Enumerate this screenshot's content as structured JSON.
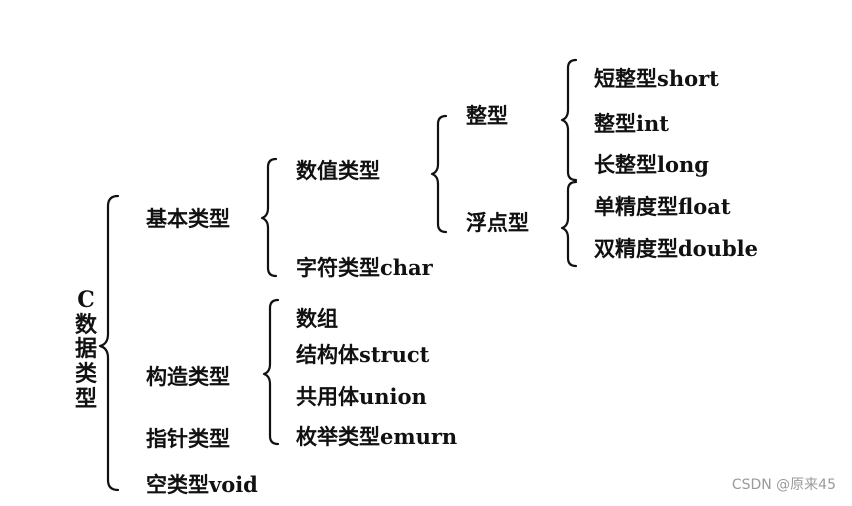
{
  "root": {
    "letter": "C",
    "chars": [
      "数",
      "据",
      "类",
      "型"
    ]
  },
  "level1": {
    "basic": "基本类型",
    "constructed": "构造类型",
    "pointer": "指针类型",
    "void": "空类型void"
  },
  "basic_children": {
    "numeric": "数值类型",
    "char": "字符类型char"
  },
  "numeric_children": {
    "integer": "整型",
    "floating": "浮点型"
  },
  "integer_children": {
    "short": "短整型short",
    "int": "整型int",
    "long": "长整型long"
  },
  "floating_children": {
    "float": "单精度型float",
    "double": "双精度型double"
  },
  "constructed_children": {
    "array": "数组",
    "struct": "结构体struct",
    "union": "共用体union",
    "enum": "枚举类型emurn"
  },
  "watermark": "CSDN @原来45"
}
